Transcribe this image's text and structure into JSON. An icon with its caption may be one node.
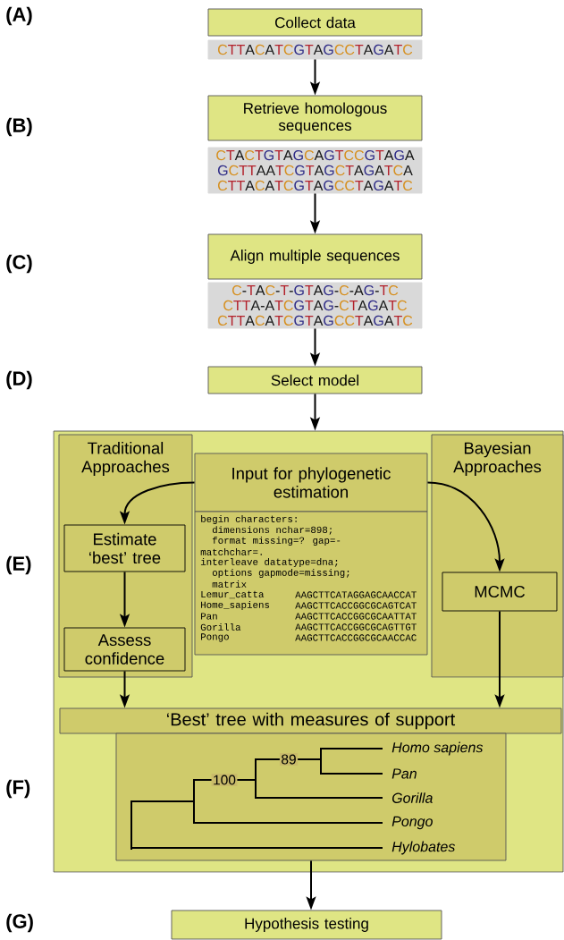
{
  "diagram": {
    "nodes": [
      {
        "text": [
          "Collect data"
        ]
      },
      {
        "text": [
          "CTTACATCGTAGCCTAGATC"
        ]
      },
      {
        "text": [
          "Retrieve homologous sequences"
        ]
      },
      {
        "text": [
          "CTACTGTAGCAGTCCGTAGA",
          "GCTTAATCGTAGCTAGATCA",
          "CTTACATCGTAGCCTAGATC"
        ]
      },
      {
        "text": [
          "Align multiple sequences"
        ]
      },
      {
        "text": [
          "C-TAC-T-GTAG-C-AG-TC",
          "CTTA-ATCGTAG-CTAGATC",
          "CTTACATCGTAGCCTAGATC"
        ]
      },
      {
        "text": [
          "Select model"
        ]
      },
      {
        "text": [],
        "shape": "box"
      },
      {
        "text": [
          "Traditional Approaches"
        ],
        "in": 7
      },
      {
        "text": [
          "Estimate ‘best’ tree"
        ],
        "in": 8
      },
      {
        "text": [
          "Assess confidence"
        ],
        "in": 8
      },
      {
        "text": [
          "Input for phylogenetic estimation"
        ],
        "in": 7
      },
      {
        "text": [
          "begin characters:",
          "dimensions nchar=898;",
          "format missing=? gap=-",
          "matchchar=.",
          "interleave datatype=dna;",
          "options gapmode=missing;",
          "matrix",
          "Lemur_catta",
          "AAGCTTCATAGGAGCAACCAT",
          "Home_sapiens",
          "AAGCTTCACCGGCGCAGTCAT",
          "Pan",
          "AAGCTTCACCGGCGCAATTAT",
          "Gorilla",
          "AAGCTTCACCGGCGCAGTTGT",
          "Pongo",
          "AAGCTTCACCGGCGCAACCAC"
        ],
        "in": 7
      },
      {
        "text": [
          "Bayesian Approaches"
        ],
        "in": 7
      },
      {
        "text": [
          "MCMC"
        ],
        "in": 13
      },
      {
        "text": [
          "‘Best’ tree with measures of support"
        ],
        "in": 7
      },
      {
        "text": [
          "Homo sapiens",
          "Pan",
          "Gorilla",
          "Pongo",
          "Hylobates",
          "89",
          "100"
        ],
        "in": 7
      },
      {
        "text": [
          "Hypothesis testing"
        ]
      }
    ],
    "edges": [
      {
        "from": 1,
        "to": 2,
        "arrow": "to"
      },
      {
        "from": 3,
        "to": 4,
        "arrow": "to"
      },
      {
        "from": 5,
        "to": 6,
        "arrow": "to"
      },
      {
        "from": 6,
        "to": 7,
        "arrow": "to"
      },
      {
        "from": 11,
        "to": 9,
        "arrow": "to"
      },
      {
        "from": 11,
        "to": 14,
        "arrow": "to"
      },
      {
        "from": 9,
        "to": 10,
        "arrow": "to"
      },
      {
        "from": 10,
        "to": 15,
        "arrow": "to"
      },
      {
        "from": 14,
        "to": 15,
        "arrow": "to"
      },
      {
        "from": 16,
        "to": 17,
        "arrow": "to"
      }
    ],
    "labels": [
      "(A)",
      "(B)",
      "(C)",
      "(D)",
      "(E)",
      "(F)",
      "(G)"
    ]
  }
}
